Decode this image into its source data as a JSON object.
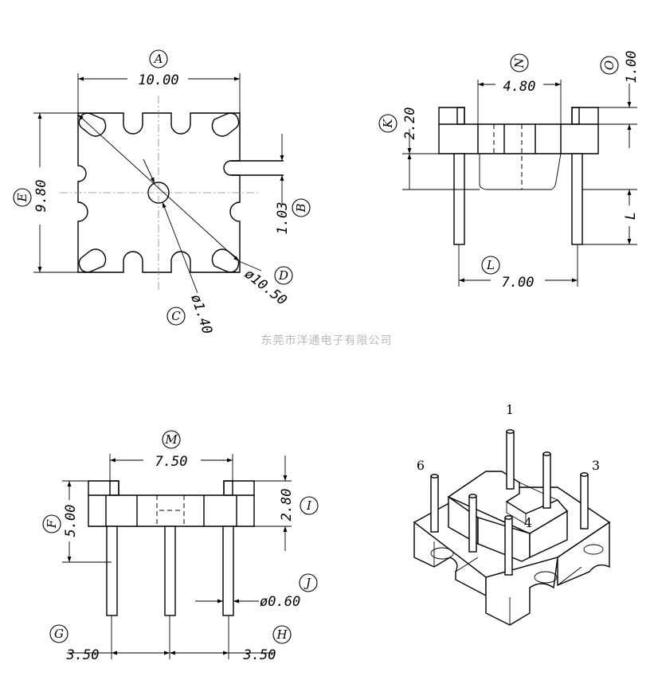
{
  "company": "东莞市洋通电子有限公司",
  "top_view": {
    "dim_A": "10.00",
    "letter_A": "A",
    "dim_E": "9.80",
    "letter_E": "E",
    "dim_B": "1.03",
    "letter_B": "B",
    "dim_C": "ø1.40",
    "letter_C": "C",
    "dim_D": "ø10.50",
    "letter_D": "D"
  },
  "side_view": {
    "dim_N": "4.80",
    "letter_N": "N",
    "dim_O": "1.00",
    "letter_O": "O",
    "dim_K": "2.20",
    "letter_K": "K",
    "dim_L_label": "L",
    "letter_L": "L",
    "dim_L": "7.00"
  },
  "front_view": {
    "dim_M": "7.50",
    "letter_M": "M",
    "dim_F": "5.00",
    "letter_F": "F",
    "dim_I": "2.80",
    "letter_I": "I",
    "dim_J": "ø0.60",
    "letter_J": "J",
    "dim_G": "3.50",
    "letter_G": "G",
    "dim_H": "3.50",
    "letter_H": "H"
  },
  "iso_view": {
    "pin_1": "1",
    "pin_3": "3",
    "pin_4": "4",
    "pin_6": "6"
  }
}
